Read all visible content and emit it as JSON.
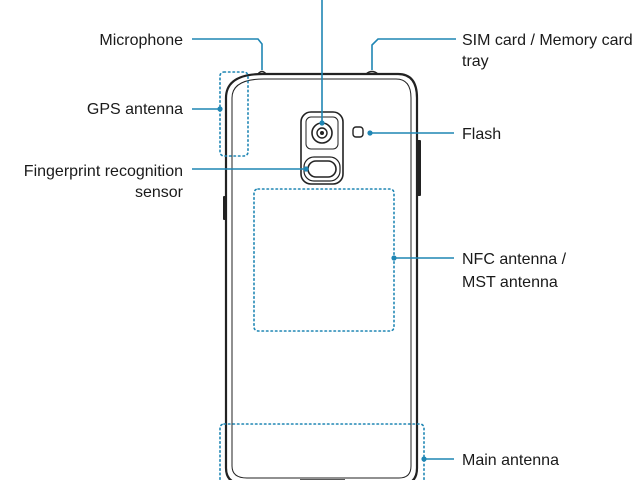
{
  "labels": {
    "microphone": "Microphone",
    "gps_antenna": "GPS antenna",
    "fingerprint_line1": "Fingerprint recognition",
    "fingerprint_line2": "sensor",
    "sim_tray_line1": "SIM card / Memory card",
    "sim_tray_line2": "tray",
    "flash": "Flash",
    "nfc_line1": "NFC antenna /",
    "nfc_line2": "MST antenna",
    "main_antenna": "Main antenna"
  },
  "colors": {
    "leader": "#1f86b4",
    "outline": "#222222",
    "text": "#1a1a1a",
    "background": "#ffffff"
  }
}
